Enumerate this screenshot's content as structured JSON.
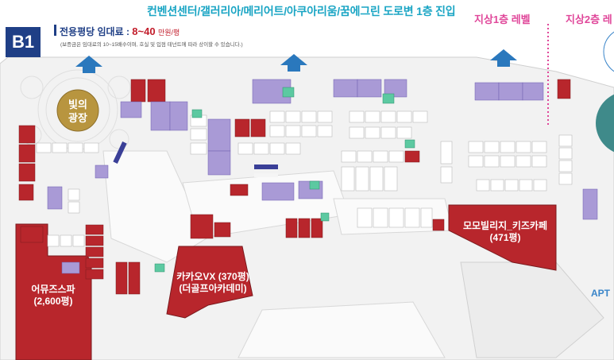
{
  "floor": "B1",
  "banner": "컨벤션센터/갤러리아/메리어트/아쿠아리움/꿈에그린 도로변 1층 진입",
  "rent": {
    "label": "전용평당 임대료 :",
    "value": "8~40",
    "unit": "만원/평",
    "note": "(보증금은 임대료의 10~15배수이며, 호실 및 입점 테넌트에 따라 상이할 수 있습니다.)"
  },
  "levels": {
    "ground1": "지상1층 레벨",
    "ground2": "지상2층 레"
  },
  "plaza": {
    "line1": "빛의",
    "line2": "광장"
  },
  "anchors": [
    {
      "name": "어뮤즈스파",
      "area": "(2,600평)"
    },
    {
      "name": "카카오VX (370평)",
      "area": "(더골프아카데미)"
    },
    {
      "name": "모모빌리지_키즈카페",
      "area": "(471평)"
    }
  ],
  "apt_label": "APT",
  "colors": {
    "red_unit": "#b8262c",
    "purple_unit": "#a99ad6",
    "green_unit": "#5cc9a1",
    "arrow_blue": "#2a78bd",
    "floor_badge": "#1f3f86",
    "level_pink": "#e0479a",
    "plaza_gold": "#b8953f",
    "teal_circle": "#3f8a8a"
  }
}
